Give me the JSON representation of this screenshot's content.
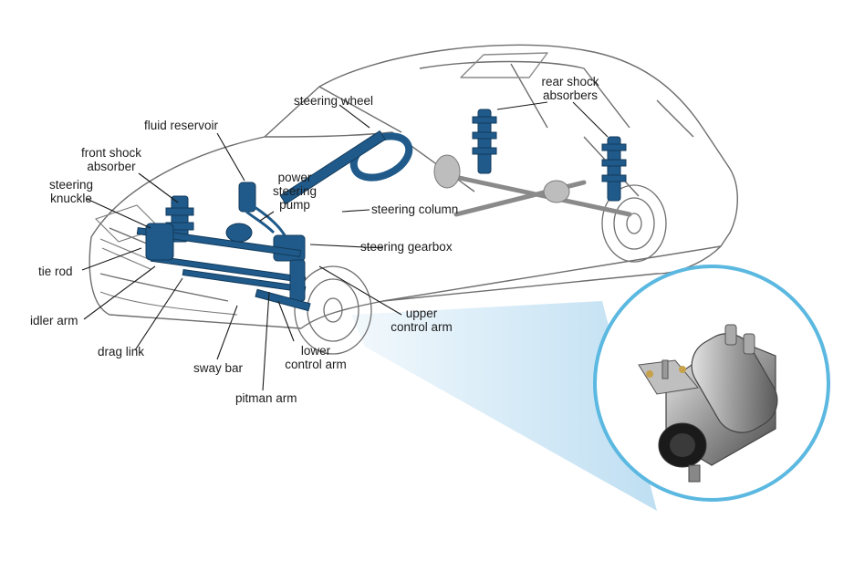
{
  "labels": {
    "steering_wheel": "steering wheel",
    "fluid_reservoir": "fluid reservoir",
    "front_shock_absorber": [
      "front shock",
      "absorber"
    ],
    "steering_knuckle": [
      "steering",
      "knuckle"
    ],
    "power_steering_pump": [
      "power",
      "steering",
      "pump"
    ],
    "steering_column": "steering column",
    "steering_gearbox": "steering gearbox",
    "rear_shock_absorbers": [
      "rear shock",
      "absorbers"
    ],
    "tie_rod": "tie rod",
    "idler_arm": "idler arm",
    "drag_link": "drag link",
    "sway_bar": "sway bar",
    "lower_control_arm": [
      "lower",
      "control arm"
    ],
    "upper_control_arm": [
      "upper",
      "control arm"
    ],
    "pitman_arm": "pitman arm"
  },
  "colors": {
    "component_blue": "#1f5a8a",
    "outline": "#6e6e6e",
    "magnifier_ring": "#5bb8e0",
    "beam": "#a9d4ee"
  }
}
